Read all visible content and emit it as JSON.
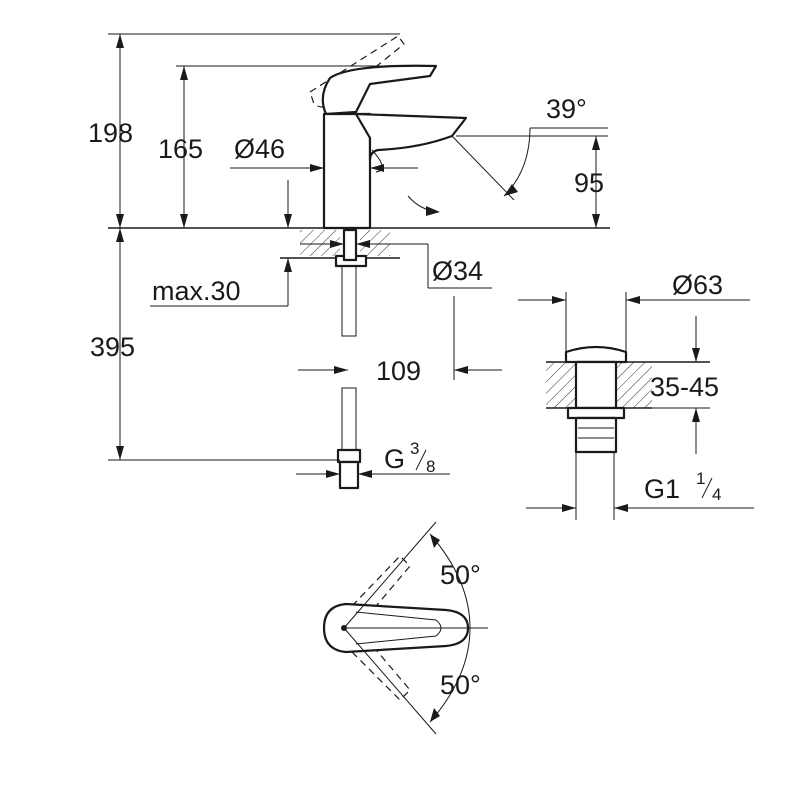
{
  "dimensions": {
    "total_height": "198",
    "lever_height": "165",
    "body_diameter": "Ø46",
    "spout_angle": "39°",
    "spout_height": "95",
    "hole_diameter": "Ø34",
    "max_thickness": "max.30",
    "under_length": "395",
    "projection": "109",
    "connection_main": "G",
    "connection_sup": "3",
    "connection_sub": "8",
    "waste_diameter": "Ø63",
    "waste_range": "35-45",
    "waste_thread_main": "G1",
    "waste_thread_sup": "1",
    "waste_thread_sub": "4",
    "rotation_up": "50°",
    "rotation_down": "50°"
  }
}
